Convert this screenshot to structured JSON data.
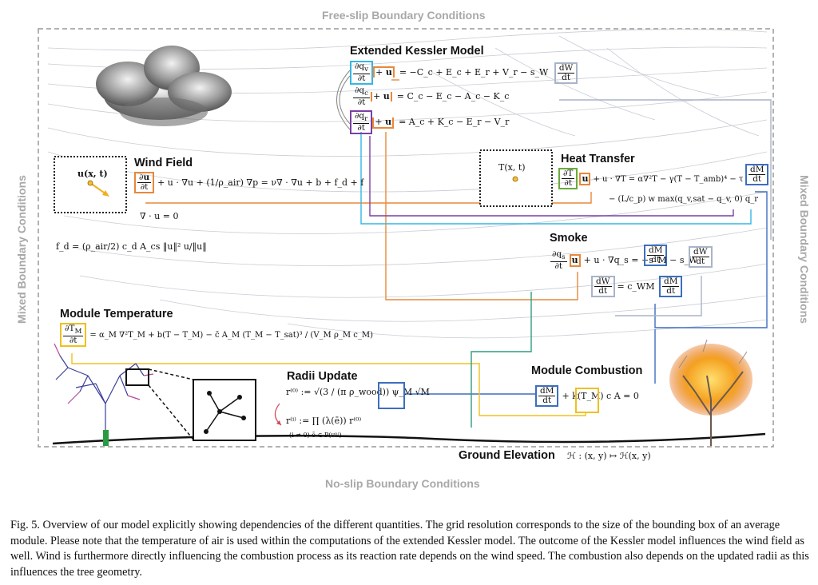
{
  "boundaries": {
    "top": "Free-slip Boundary Conditions",
    "bottom": "No-slip Boundary Conditions",
    "left": "Mixed Boundary Conditions",
    "right": "Mixed Boundary Conditions"
  },
  "sections": {
    "kessler": {
      "title": "Extended Kessler Model",
      "eq1_rhs": "= −C_c + E_c + E_r + V_r − s_W",
      "eq2_rhs": "= C_c − E_c − A_c − K_c",
      "eq3_rhs": "= A_c + K_c − E_r − V_r"
    },
    "wind": {
      "title": "Wind Field",
      "probe": "u(x, t)",
      "momentum": "+ u · ∇u + (1/ρ_air) ∇p = ν∇ · ∇u + b + f_d + f",
      "divergence": "∇ · u = 0",
      "drag": "f_d = (ρ_air/2) c_d A_cs ‖u‖² u/‖u‖"
    },
    "heat": {
      "title": "Heat Transfer",
      "probe": "T(x, t)",
      "line1": "+ u · ∇T = α∇²T − γ(T − T_amb)⁴ − τ",
      "line2": "− (L/c_p) w max(q_v,sat − q_v, 0) q_r"
    },
    "smoke": {
      "title": "Smoke",
      "line1": "+ u · ∇q_s = −s_M − s_W",
      "line2": "= c_WM"
    },
    "module_temp": {
      "title": "Module Temperature",
      "equation": "= α_M ∇²T_M + b(T − T_M) − c̄ A_M (T_M − T_sat)³ / (V_M ρ_M c_M)"
    },
    "radii": {
      "title": "Radii Update",
      "line1": "r⁽⁰⁾ := √(3 / (π ρ_wood)) ψ_M √M",
      "line2": "r⁽ⁱ⁾ := ∏ (λ(ē)) r⁽⁰⁾",
      "note": "(i ≠ 0)   ē ∈ P(v⁽ⁱ⁾)"
    },
    "combustion": {
      "title": "Module Combustion",
      "equation": "+ k(T_M) c A = 0"
    },
    "ground": {
      "title": "Ground Elevation",
      "mapping": "ℋ : (x, y) ↦ ℋ(x, y)"
    }
  },
  "caption": "Fig. 5.  Overview of our model explicitly showing dependencies of the different quantities. The grid resolution corresponds to the size of the bounding box of an average module. Please note that the temperature of air is used within the computations of the extended Kessler model. The outcome of the Kessler model influences the wind field as well. Wind is furthermore directly influencing the combustion process as its reaction rate depends on the wind speed. The combustion also depends on the updated radii as this influences the tree geometry.",
  "colors": {
    "orange": "#e8883a",
    "cyan": "#35b6e6",
    "purple": "#7a3fa6",
    "blue": "#3d6ebf",
    "green": "#6aaa3a",
    "yellow": "#f0c020",
    "gray": "#a9b4c8"
  }
}
